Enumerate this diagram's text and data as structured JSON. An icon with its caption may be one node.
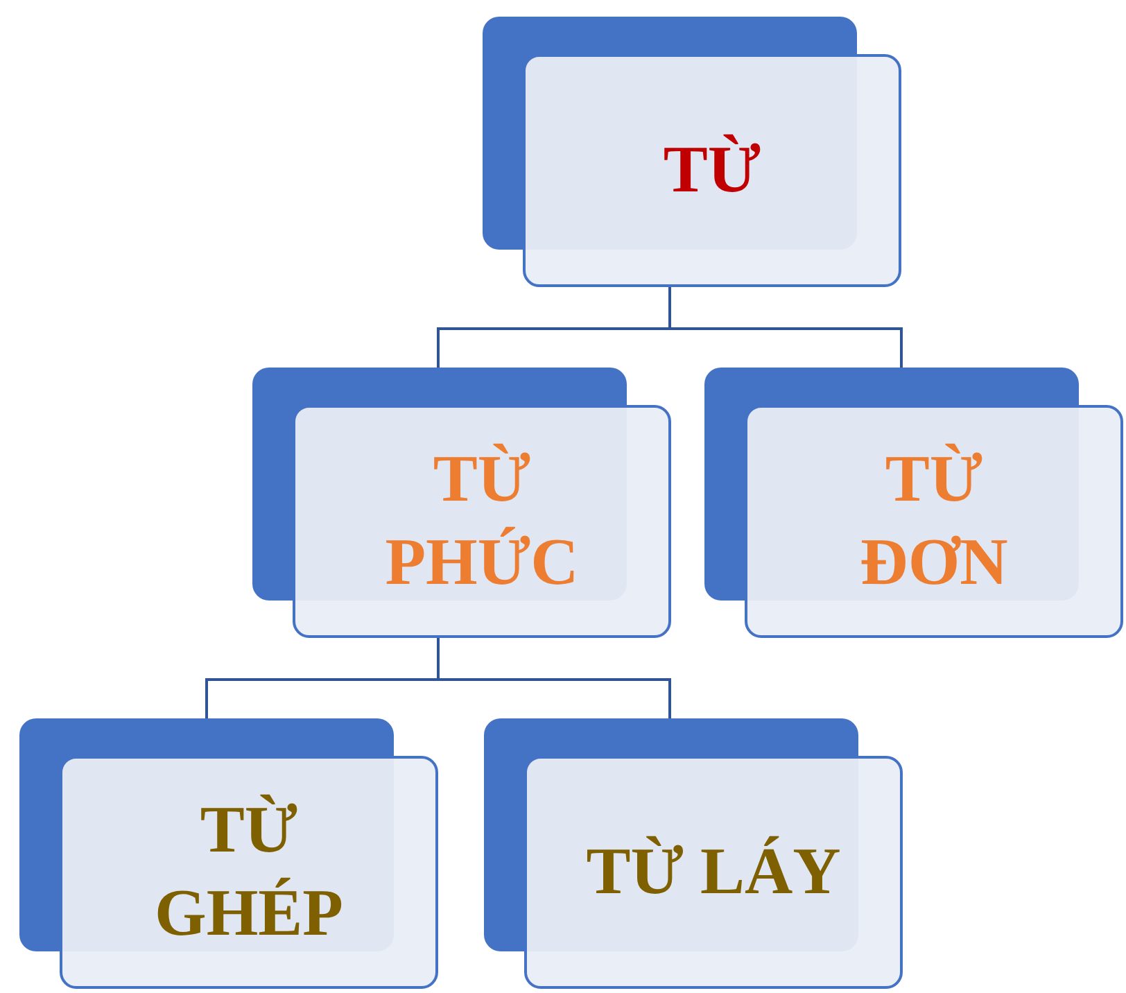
{
  "diagram": {
    "nodes": [
      {
        "text": [
          "TỪ"
        ]
      },
      {
        "text": [
          "TỪ PHỨC"
        ]
      },
      {
        "text": [
          "TỪ ĐƠN"
        ]
      },
      {
        "text": [
          "TỪ GHÉP"
        ]
      },
      {
        "text": [
          "TỪ LÁY"
        ]
      }
    ],
    "edges": [
      {
        "from": 0,
        "to": 1,
        "arrow": "none"
      },
      {
        "from": 0,
        "to": 2,
        "arrow": "none"
      },
      {
        "from": 1,
        "to": 3,
        "arrow": "none"
      },
      {
        "from": 1,
        "to": 4,
        "arrow": "none"
      }
    ]
  }
}
